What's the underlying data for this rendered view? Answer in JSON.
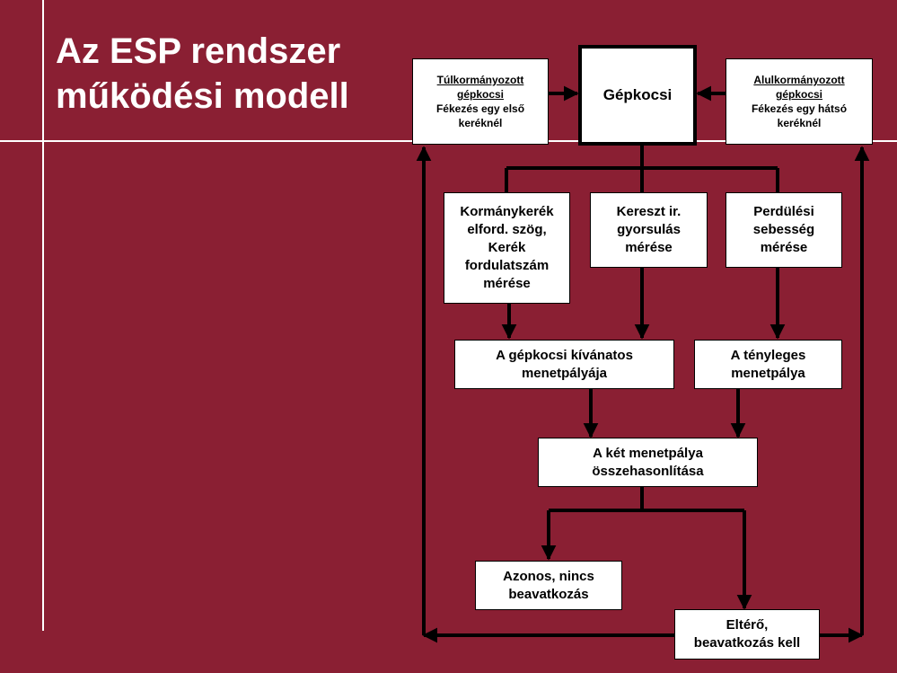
{
  "title": {
    "line1": "Az ESP rendszer",
    "line2": "működési modell"
  },
  "boxes": {
    "oversteer": {
      "heading": "Túlkormányozott gépkocsi",
      "body": "Fékezés egy első keréknél"
    },
    "car": {
      "label": "Gépkocsi"
    },
    "understeer": {
      "heading": "Alulkormányozott gépkocsi",
      "body": "Fékezés egy hátsó keréknél"
    },
    "steering": {
      "line1": "Kormánykerék",
      "line2": "elford. szög,",
      "line3": "Kerék",
      "line4": "fordulatszám",
      "line5": "mérése"
    },
    "lateral": {
      "line1": "Kereszt ir.",
      "line2": "gyorsulás",
      "line3": "mérése"
    },
    "yaw": {
      "line1": "Perdülési",
      "line2": "sebesség",
      "line3": "mérése"
    },
    "desired": {
      "line1": "A gépkocsi kívánatos",
      "line2": "menetpályája"
    },
    "actual": {
      "line1": "A tényleges",
      "line2": "menetpálya"
    },
    "compare": {
      "line1": "A két menetpálya",
      "line2": "összehasonlítása"
    },
    "same": {
      "line1": "Azonos, nincs",
      "line2": "beavatkozás"
    },
    "different": {
      "line1": "Eltérő,",
      "line2": "beavatkozás kell"
    }
  },
  "colors": {
    "background": "#8a1f33",
    "box_fill": "#ffffff",
    "line": "#000000",
    "title": "#ffffff"
  }
}
